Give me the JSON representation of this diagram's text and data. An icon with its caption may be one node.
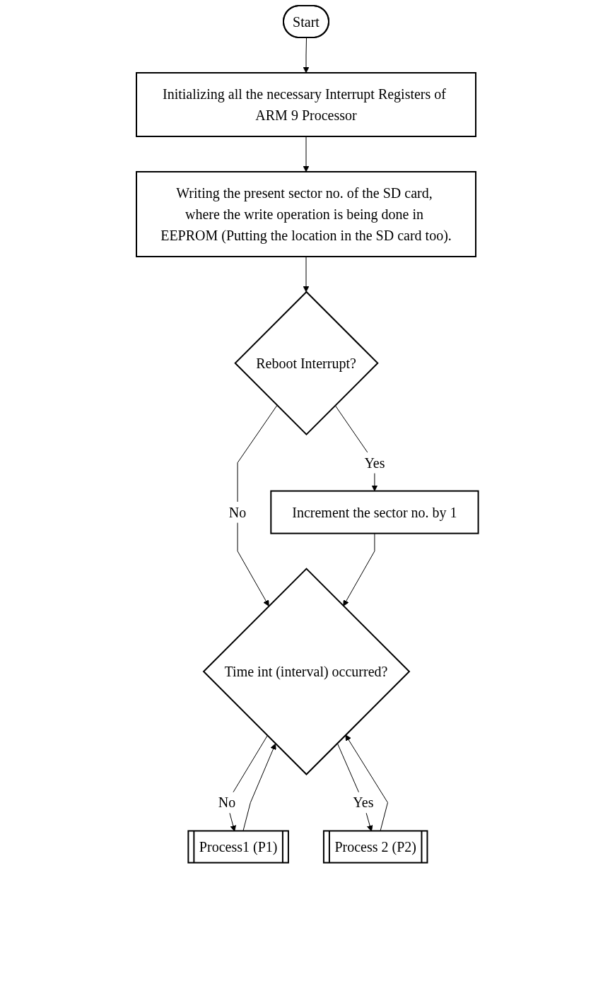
{
  "diagram": {
    "nodes": [
      {
        "text": [
          "Start"
        ]
      },
      {
        "text": [
          "Initializing all the necessary Interrupt Registers of ARM 9 Processor"
        ]
      },
      {
        "text": [
          "Writing the present sector no. of the SD card, where the write operation is being done in EEPROM (Putting the location in the SD card too)."
        ]
      },
      {
        "text": [
          "Reboot Interrupt?"
        ]
      },
      {
        "text": [
          "Increment the sector no. by 1"
        ]
      },
      {
        "text": [
          "Time int (interval) occurred?"
        ]
      },
      {
        "text": [
          "Process1 (P1)"
        ]
      },
      {
        "text": [
          "Process 2 (P2)"
        ]
      }
    ],
    "edges": [
      {
        "from": 0,
        "to": 1,
        "arrow": "to"
      },
      {
        "from": 1,
        "to": 2,
        "arrow": "to"
      },
      {
        "from": 2,
        "to": 3,
        "arrow": "to"
      },
      {
        "from": 3,
        "to": 4,
        "arrow": "to",
        "label": "Yes"
      },
      {
        "from": 3,
        "to": 5,
        "arrow": "to",
        "label": "No"
      },
      {
        "from": 4,
        "to": 5,
        "arrow": "to"
      },
      {
        "from": 5,
        "to": 6,
        "arrow": "to",
        "label": "No"
      },
      {
        "from": 5,
        "to": 7,
        "arrow": "to",
        "label": "Yes"
      },
      {
        "from": 6,
        "to": 5,
        "arrow": "to"
      },
      {
        "from": 7,
        "to": 5,
        "arrow": "to"
      }
    ]
  }
}
